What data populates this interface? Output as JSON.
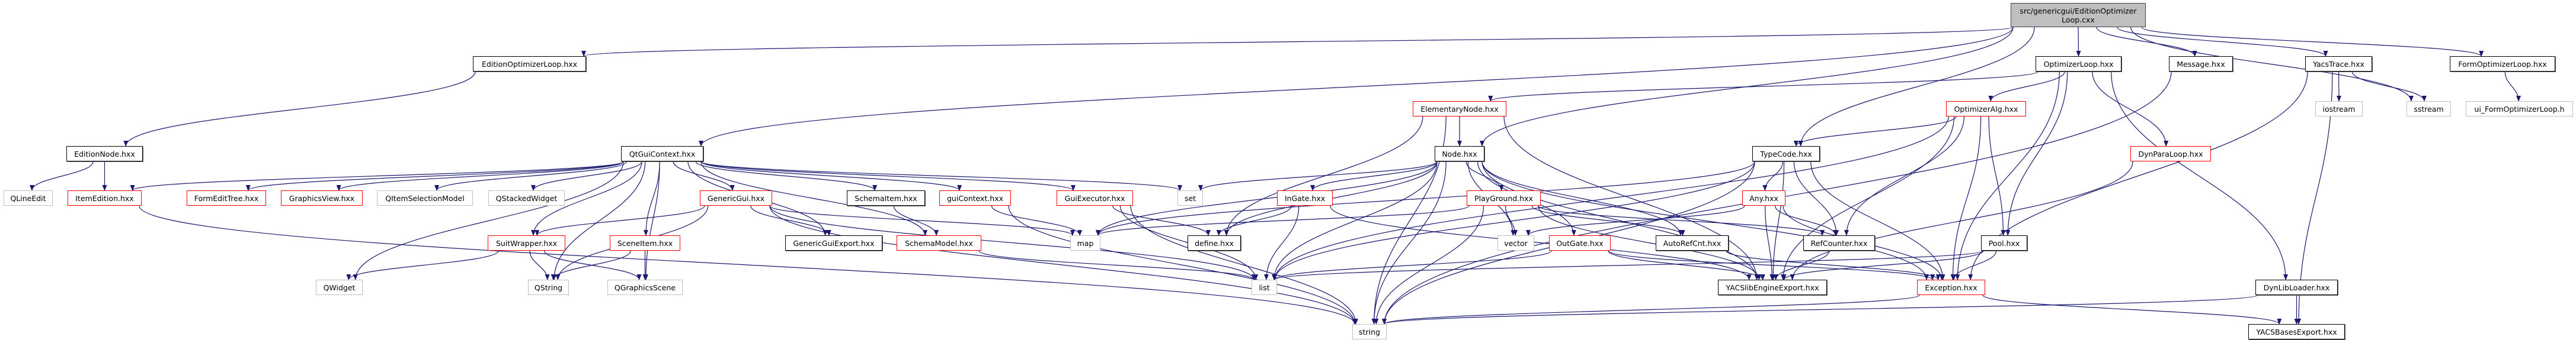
{
  "colors": {
    "edge": "#191970",
    "root_fill": "#bfbfbf",
    "incomplete_border": "#ff0000",
    "documented_border": "#000000",
    "external_border": "#bfbfbf"
  },
  "nodes": [
    {
      "id": "root",
      "label": "src/genericgui/EditionOptimizer\nLoop.cxx",
      "style": "root"
    },
    {
      "id": "eol",
      "label": "EditionOptimizerLoop.hxx",
      "style": "black"
    },
    {
      "id": "optloop",
      "label": "OptimizerLoop.hxx",
      "style": "black"
    },
    {
      "id": "message",
      "label": "Message.hxx",
      "style": "black"
    },
    {
      "id": "yacstrace",
      "label": "YacsTrace.hxx",
      "style": "black"
    },
    {
      "id": "formopt",
      "label": "FormOptimizerLoop.hxx",
      "style": "black"
    },
    {
      "id": "elemnode",
      "label": "ElementaryNode.hxx",
      "style": "red"
    },
    {
      "id": "optalg",
      "label": "OptimizerAlg.hxx",
      "style": "red"
    },
    {
      "id": "iostream",
      "label": "iostream",
      "style": "gray"
    },
    {
      "id": "sstream",
      "label": "sstream",
      "style": "gray"
    },
    {
      "id": "uiform",
      "label": "ui_FormOptimizerLoop.h",
      "style": "gray"
    },
    {
      "id": "editionnode",
      "label": "EditionNode.hxx",
      "style": "black"
    },
    {
      "id": "qtgui",
      "label": "QtGuiContext.hxx",
      "style": "black"
    },
    {
      "id": "node",
      "label": "Node.hxx",
      "style": "black"
    },
    {
      "id": "typecode",
      "label": "TypeCode.hxx",
      "style": "black"
    },
    {
      "id": "dynpara",
      "label": "DynParaLoop.hxx",
      "style": "red"
    },
    {
      "id": "qlineedit",
      "label": "QLineEdit",
      "style": "gray"
    },
    {
      "id": "itemedition",
      "label": "ItemEdition.hxx",
      "style": "red"
    },
    {
      "id": "formedittree",
      "label": "FormEditTree.hxx",
      "style": "red"
    },
    {
      "id": "graphicsview",
      "label": "GraphicsView.hxx",
      "style": "red"
    },
    {
      "id": "qitemsel",
      "label": "QItemSelectionModel",
      "style": "gray"
    },
    {
      "id": "qstacked",
      "label": "QStackedWidget",
      "style": "gray"
    },
    {
      "id": "genericgui",
      "label": "GenericGui.hxx",
      "style": "red"
    },
    {
      "id": "schemaitem",
      "label": "SchemaItem.hxx",
      "style": "black"
    },
    {
      "id": "guicontext",
      "label": "guiContext.hxx",
      "style": "red"
    },
    {
      "id": "guiexec",
      "label": "GuiExecutor.hxx",
      "style": "red"
    },
    {
      "id": "set",
      "label": "set",
      "style": "gray"
    },
    {
      "id": "ingate",
      "label": "InGate.hxx",
      "style": "red"
    },
    {
      "id": "playground",
      "label": "PlayGround.hxx",
      "style": "red"
    },
    {
      "id": "any",
      "label": "Any.hxx",
      "style": "red"
    },
    {
      "id": "suitwrapper",
      "label": "SuitWrapper.hxx",
      "style": "red"
    },
    {
      "id": "sceneitem",
      "label": "SceneItem.hxx",
      "style": "red"
    },
    {
      "id": "genguiexport",
      "label": "GenericGuiExport.hxx",
      "style": "black"
    },
    {
      "id": "schemamodel",
      "label": "SchemaModel.hxx",
      "style": "red"
    },
    {
      "id": "map",
      "label": "map",
      "style": "gray"
    },
    {
      "id": "define",
      "label": "define.hxx",
      "style": "black"
    },
    {
      "id": "vector",
      "label": "vector",
      "style": "gray"
    },
    {
      "id": "outgate",
      "label": "OutGate.hxx",
      "style": "red"
    },
    {
      "id": "autorefcnt",
      "label": "AutoRefCnt.hxx",
      "style": "black"
    },
    {
      "id": "refcounter",
      "label": "RefCounter.hxx",
      "style": "black"
    },
    {
      "id": "pool",
      "label": "Pool.hxx",
      "style": "black"
    },
    {
      "id": "qwidget",
      "label": "QWidget",
      "style": "gray"
    },
    {
      "id": "qstring",
      "label": "QString",
      "style": "gray"
    },
    {
      "id": "qgraphicsscene",
      "label": "QGraphicsScene",
      "style": "gray"
    },
    {
      "id": "list",
      "label": "list",
      "style": "gray"
    },
    {
      "id": "yacslibexport",
      "label": "YACSlibEngineExport.hxx",
      "style": "black"
    },
    {
      "id": "exception",
      "label": "Exception.hxx",
      "style": "red"
    },
    {
      "id": "dynlibloader",
      "label": "DynLibLoader.hxx",
      "style": "black"
    },
    {
      "id": "string",
      "label": "string",
      "style": "gray"
    },
    {
      "id": "yacsbasesexport",
      "label": "YACSBasesExport.hxx",
      "style": "black"
    }
  ],
  "edges": [
    [
      "root",
      "eol"
    ],
    [
      "root",
      "qtgui"
    ],
    [
      "root",
      "node"
    ],
    [
      "root",
      "typecode"
    ],
    [
      "root",
      "optloop"
    ],
    [
      "root",
      "message"
    ],
    [
      "root",
      "yacstrace"
    ],
    [
      "root",
      "formopt"
    ],
    [
      "root",
      "sstream"
    ],
    [
      "eol",
      "editionnode"
    ],
    [
      "editionnode",
      "qlineedit"
    ],
    [
      "editionnode",
      "itemedition"
    ],
    [
      "itemedition",
      "string"
    ],
    [
      "qtgui",
      "itemedition"
    ],
    [
      "qtgui",
      "formedittree"
    ],
    [
      "qtgui",
      "graphicsview"
    ],
    [
      "qtgui",
      "qitemsel"
    ],
    [
      "qtgui",
      "qstacked"
    ],
    [
      "qtgui",
      "suitwrapper"
    ],
    [
      "qtgui",
      "qstring"
    ],
    [
      "qtgui",
      "qwidget"
    ],
    [
      "qtgui",
      "sceneitem"
    ],
    [
      "qtgui",
      "qgraphicsscene"
    ],
    [
      "qtgui",
      "genericgui"
    ],
    [
      "qtgui",
      "genguiexport"
    ],
    [
      "qtgui",
      "schemaitem"
    ],
    [
      "qtgui",
      "schemamodel"
    ],
    [
      "qtgui",
      "guicontext"
    ],
    [
      "qtgui",
      "guiexec"
    ],
    [
      "qtgui",
      "set"
    ],
    [
      "genericgui",
      "suitwrapper"
    ],
    [
      "genericgui",
      "qstring"
    ],
    [
      "genericgui",
      "genguiexport"
    ],
    [
      "genericgui",
      "map"
    ],
    [
      "genericgui",
      "list"
    ],
    [
      "genericgui",
      "string"
    ],
    [
      "suitwrapper",
      "qwidget"
    ],
    [
      "suitwrapper",
      "qstring"
    ],
    [
      "suitwrapper",
      "qgraphicsscene"
    ],
    [
      "sceneitem",
      "qstring"
    ],
    [
      "sceneitem",
      "qgraphicsscene"
    ],
    [
      "schemaitem",
      "schemamodel"
    ],
    [
      "schemamodel",
      "list"
    ],
    [
      "guicontext",
      "map"
    ],
    [
      "guicontext",
      "string"
    ],
    [
      "guiexec",
      "define"
    ],
    [
      "guiexec",
      "list"
    ],
    [
      "guiexec",
      "string"
    ],
    [
      "elemnode",
      "node"
    ],
    [
      "elemnode",
      "string"
    ],
    [
      "elemnode",
      "define"
    ],
    [
      "elemnode",
      "yacslibexport"
    ],
    [
      "node",
      "set"
    ],
    [
      "node",
      "map"
    ],
    [
      "node",
      "define"
    ],
    [
      "node",
      "list"
    ],
    [
      "node",
      "string"
    ],
    [
      "node",
      "ingate"
    ],
    [
      "node",
      "playground"
    ],
    [
      "node",
      "vector"
    ],
    [
      "node",
      "outgate"
    ],
    [
      "node",
      "autorefcnt"
    ],
    [
      "node",
      "exception"
    ],
    [
      "node",
      "yacslibexport"
    ],
    [
      "ingate",
      "define"
    ],
    [
      "ingate",
      "list"
    ],
    [
      "ingate",
      "yacslibexport"
    ],
    [
      "playground",
      "map"
    ],
    [
      "playground",
      "vector"
    ],
    [
      "playground",
      "refcounter"
    ],
    [
      "playground",
      "autorefcnt"
    ],
    [
      "playground",
      "yacslibexport"
    ],
    [
      "playground",
      "string"
    ],
    [
      "typecode",
      "any"
    ],
    [
      "typecode",
      "refcounter"
    ],
    [
      "typecode",
      "yacslibexport"
    ],
    [
      "typecode",
      "list"
    ],
    [
      "typecode",
      "string"
    ],
    [
      "typecode",
      "map"
    ],
    [
      "typecode",
      "exception"
    ],
    [
      "any",
      "vector"
    ],
    [
      "any",
      "refcounter"
    ],
    [
      "any",
      "yacslibexport"
    ],
    [
      "any",
      "exception"
    ],
    [
      "outgate",
      "list"
    ],
    [
      "outgate",
      "yacslibexport"
    ],
    [
      "outgate",
      "exception"
    ],
    [
      "autorefcnt",
      "exception"
    ],
    [
      "refcounter",
      "yacslibexport"
    ],
    [
      "pool",
      "list"
    ],
    [
      "pool",
      "exception"
    ],
    [
      "pool",
      "yacslibexport"
    ],
    [
      "dynpara",
      "yacslibexport"
    ],
    [
      "exception",
      "yacsbasesexport"
    ],
    [
      "exception",
      "string"
    ],
    [
      "dynlibloader",
      "yacsbasesexport"
    ],
    [
      "dynlibloader",
      "string"
    ],
    [
      "yacstrace",
      "iostream"
    ],
    [
      "yacstrace",
      "sstream"
    ],
    [
      "yacstrace",
      "yacsbasesexport"
    ],
    [
      "yacstrace",
      "exception"
    ],
    [
      "message",
      "string"
    ],
    [
      "formopt",
      "uiform"
    ],
    [
      "optloop",
      "elemnode"
    ],
    [
      "optloop",
      "optalg"
    ],
    [
      "optloop",
      "pool"
    ],
    [
      "optloop",
      "dynpara"
    ],
    [
      "optloop",
      "dynlibloader"
    ],
    [
      "optloop",
      "exception"
    ],
    [
      "optalg",
      "typecode"
    ],
    [
      "optalg",
      "refcounter"
    ],
    [
      "optalg",
      "pool"
    ],
    [
      "optalg",
      "exception"
    ],
    [
      "optalg",
      "yacslibexport"
    ],
    [
      "optalg",
      "list"
    ]
  ]
}
